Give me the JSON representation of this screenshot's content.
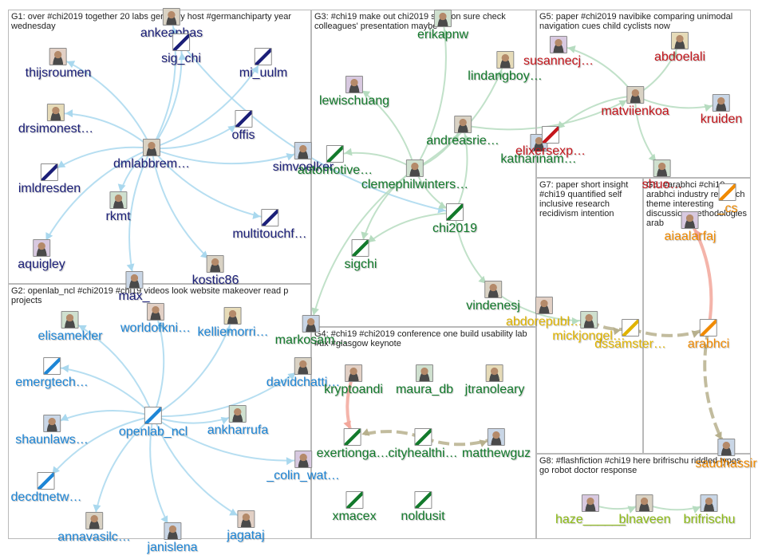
{
  "colors": {
    "G1": "#1b1f78",
    "G2": "#1e86d6",
    "G3": "#137a2c",
    "G4": "#137a2c",
    "G5": "#c4161c",
    "G6": "#f08a00",
    "G7": "#e0b400",
    "G8": "#8dbb17",
    "edge_blue": "#a9d8ee",
    "edge_green": "#b6dcc0",
    "edge_olive": "#b7b08d",
    "edge_salmon": "#f2a79b"
  },
  "groups": [
    {
      "id": "G1",
      "label": "G1: over #chi2019 together 20 labs germany host #germanchiparty year wednesday"
    },
    {
      "id": "G2",
      "label": "G2: openlab_ncl #chi2019 #chi19 videos look website makeover read p projects"
    },
    {
      "id": "G3",
      "label": "G3: #chi19 make out chi2019 session sure check colleagues' presentation maybe"
    },
    {
      "id": "G4",
      "label": "G4: #chi19 #chi2019 conference one build usability lab #ux #glasgow keynote"
    },
    {
      "id": "G5",
      "label": "G5: paper #chi2019 navibike comparing unimodal navigation cues child cyclists now"
    },
    {
      "id": "G6",
      "label": "G6: #arabhci #chi19 arabhci industry research theme interesting discussion methodologies arab"
    },
    {
      "id": "G7",
      "label": "G7: paper short insight #chi19 quantified self inclusive research recidivism intention"
    },
    {
      "id": "G8",
      "label": "G8: #flashfiction #chi19 here brifrischu riddled typos go robot doctor response"
    }
  ],
  "nodes": [
    {
      "id": "ankeaphas",
      "label": "ankeaphas",
      "group": "G1",
      "icon": "avatar-icon"
    },
    {
      "id": "sig_chi",
      "label": "sig_chi",
      "group": "G1",
      "icon": "logo-icon"
    },
    {
      "id": "thijsroumen",
      "label": "thijsroumen",
      "group": "G1",
      "icon": "avatar-icon"
    },
    {
      "id": "mi_uulm",
      "label": "mi_uulm",
      "group": "G1",
      "icon": "logo-icon"
    },
    {
      "id": "drsimonest",
      "label": "drsimonest…",
      "group": "G1",
      "icon": "avatar-icon"
    },
    {
      "id": "offis",
      "label": "offis",
      "group": "G1",
      "icon": "logo-icon"
    },
    {
      "id": "dmlabbrem",
      "label": "dmlabbrem…",
      "group": "G1",
      "icon": "avatar-icon"
    },
    {
      "id": "simvoelker",
      "label": "simvoelker",
      "group": "G1",
      "icon": "avatar-icon"
    },
    {
      "id": "imldresden",
      "label": "imldresden",
      "group": "G1",
      "icon": "logo-icon"
    },
    {
      "id": "rkmt",
      "label": "rkmt",
      "group": "G1",
      "icon": "avatar-icon"
    },
    {
      "id": "multitouchf",
      "label": "multitouchf…",
      "group": "G1",
      "icon": "logo-icon"
    },
    {
      "id": "aquigley",
      "label": "aquigley",
      "group": "G1",
      "icon": "avatar-icon"
    },
    {
      "id": "kostic86",
      "label": "kostic86",
      "group": "G1",
      "icon": "avatar-icon"
    },
    {
      "id": "max_",
      "label": "max_",
      "group": "G1",
      "icon": "avatar-icon"
    },
    {
      "id": "worldofkni",
      "label": "worldofkni…",
      "group": "G2",
      "icon": "avatar-icon"
    },
    {
      "id": "elisamekler",
      "label": "elisamekler",
      "group": "G2",
      "icon": "avatar-icon"
    },
    {
      "id": "kelliemorri",
      "label": "kelliemorri…",
      "group": "G2",
      "icon": "avatar-icon"
    },
    {
      "id": "emergtech",
      "label": "emergtech…",
      "group": "G2",
      "icon": "logo-icon"
    },
    {
      "id": "davidchatti",
      "label": "davidchatti…",
      "group": "G2",
      "icon": "avatar-icon"
    },
    {
      "id": "shaunlaws",
      "label": "shaunlaws…",
      "group": "G2",
      "icon": "avatar-icon"
    },
    {
      "id": "openlab_ncl",
      "label": "openlab_ncl",
      "group": "G2",
      "icon": "logo-icon"
    },
    {
      "id": "ankharrufa",
      "label": "ankharrufa",
      "group": "G2",
      "icon": "avatar-icon"
    },
    {
      "id": "decdtnetw",
      "label": "decdtnetw…",
      "group": "G2",
      "icon": "logo-icon"
    },
    {
      "id": "colin_wat",
      "label": "_colin_wat…",
      "group": "G2",
      "icon": "avatar-icon"
    },
    {
      "id": "annavasilc",
      "label": "annavasilc…",
      "group": "G2",
      "icon": "avatar-icon"
    },
    {
      "id": "janislena",
      "label": "janislena",
      "group": "G2",
      "icon": "avatar-icon"
    },
    {
      "id": "jagataj",
      "label": "jagataj",
      "group": "G2",
      "icon": "avatar-icon"
    },
    {
      "id": "erikapnw",
      "label": "erikapnw",
      "group": "G3",
      "icon": "avatar-icon"
    },
    {
      "id": "lindangboy",
      "label": "lindangboy…",
      "group": "G3",
      "icon": "avatar-icon"
    },
    {
      "id": "lewischuang",
      "label": "lewischuang",
      "group": "G3",
      "icon": "avatar-icon"
    },
    {
      "id": "andreasrie",
      "label": "andreasrie…",
      "group": "G3",
      "icon": "avatar-icon"
    },
    {
      "id": "katharinam",
      "label": "katharinam…",
      "group": "G3",
      "icon": "avatar-icon"
    },
    {
      "id": "automotive",
      "label": "automotive…",
      "group": "G3",
      "icon": "logo-icon"
    },
    {
      "id": "clemephilwinters",
      "label": "clemephilwinters…",
      "group": "G3",
      "icon": "avatar-icon"
    },
    {
      "id": "chi2019",
      "label": "chi2019",
      "group": "G3",
      "icon": "logo-icon"
    },
    {
      "id": "sigchi",
      "label": "sigchi",
      "group": "G3",
      "icon": "logo-icon"
    },
    {
      "id": "vindenesj",
      "label": "vindenesj",
      "group": "G3",
      "icon": "avatar-icon"
    },
    {
      "id": "markosam",
      "label": "markosam…",
      "group": "G3",
      "icon": "avatar-icon"
    },
    {
      "id": "kryptoandi",
      "label": "kryptoandi",
      "group": "G4",
      "icon": "avatar-icon"
    },
    {
      "id": "maura_db",
      "label": "maura_db",
      "group": "G4",
      "icon": "avatar-icon"
    },
    {
      "id": "jtranoleary",
      "label": "jtranoleary",
      "group": "G4",
      "icon": "avatar-icon"
    },
    {
      "id": "exertionga",
      "label": "exertionga…",
      "group": "G4",
      "icon": "logo-icon"
    },
    {
      "id": "cityhealthi",
      "label": "cityhealthi…",
      "group": "G4",
      "icon": "logo-icon"
    },
    {
      "id": "matthewguz",
      "label": "matthewguz",
      "group": "G4",
      "icon": "avatar-icon"
    },
    {
      "id": "xmacex",
      "label": "xmacex",
      "group": "G4",
      "icon": "logo-icon"
    },
    {
      "id": "noldusit",
      "label": "noldusit",
      "group": "G4",
      "icon": "logo-icon"
    },
    {
      "id": "abdoelali",
      "label": "abdoelali",
      "group": "G5",
      "icon": "avatar-icon"
    },
    {
      "id": "susannecj",
      "label": "susannecj…",
      "group": "G5",
      "icon": "avatar-icon"
    },
    {
      "id": "matviienkoa",
      "label": "matviienkoa",
      "group": "G5",
      "icon": "avatar-icon"
    },
    {
      "id": "kruiden",
      "label": "kruiden",
      "group": "G5",
      "icon": "avatar-icon"
    },
    {
      "id": "elixersexp",
      "label": "elixersexp…",
      "group": "G5",
      "icon": "logo-icon"
    },
    {
      "id": "shuo",
      "label": "shuo…",
      "group": "G5",
      "icon": "avatar-icon"
    },
    {
      "id": "_cs",
      "label": "_cs",
      "group": "G6",
      "icon": "logo-icon"
    },
    {
      "id": "aiaalarfaj",
      "label": "aiaalarfaj",
      "group": "G6",
      "icon": "avatar-icon"
    },
    {
      "id": "arabhci",
      "label": "arabhci",
      "group": "G6",
      "icon": "logo-icon"
    },
    {
      "id": "saudhassir",
      "label": "saudhassir",
      "group": "G6",
      "icon": "avatar-icon"
    },
    {
      "id": "abdorepubl",
      "label": "abdorepubl…",
      "group": "G7",
      "icon": "avatar-icon"
    },
    {
      "id": "mickjongel",
      "label": "mickjongel…",
      "group": "G7",
      "icon": "avatar-icon"
    },
    {
      "id": "dssamster",
      "label": "dssamster…",
      "group": "G7",
      "icon": "logo-icon"
    },
    {
      "id": "haze",
      "label": "haze______",
      "group": "G8",
      "icon": "avatar-icon"
    },
    {
      "id": "blnaveen",
      "label": "blnaveen",
      "group": "G8",
      "icon": "avatar-icon"
    },
    {
      "id": "brifrischu",
      "label": "brifrischu",
      "group": "G8",
      "icon": "avatar-icon"
    }
  ],
  "edges": [
    [
      "dmlabbrem",
      "ankeaphas",
      "blue"
    ],
    [
      "dmlabbrem",
      "sig_chi",
      "blue"
    ],
    [
      "dmlabbrem",
      "thijsroumen",
      "blue"
    ],
    [
      "dmlabbrem",
      "mi_uulm",
      "blue"
    ],
    [
      "dmlabbrem",
      "drsimonest",
      "blue"
    ],
    [
      "dmlabbrem",
      "offis",
      "blue"
    ],
    [
      "dmlabbrem",
      "simvoelker",
      "blue"
    ],
    [
      "dmlabbrem",
      "imldresden",
      "blue"
    ],
    [
      "dmlabbrem",
      "rkmt",
      "blue"
    ],
    [
      "dmlabbrem",
      "multitouchf",
      "blue"
    ],
    [
      "dmlabbrem",
      "aquigley",
      "blue"
    ],
    [
      "dmlabbrem",
      "kostic86",
      "blue"
    ],
    [
      "dmlabbrem",
      "max_",
      "blue"
    ],
    [
      "sig_chi",
      "chi2019",
      "blue"
    ],
    [
      "openlab_ncl",
      "worldofkni",
      "blue"
    ],
    [
      "openlab_ncl",
      "elisamekler",
      "blue"
    ],
    [
      "openlab_ncl",
      "kelliemorri",
      "blue"
    ],
    [
      "openlab_ncl",
      "emergtech",
      "blue"
    ],
    [
      "openlab_ncl",
      "davidchatti",
      "blue"
    ],
    [
      "openlab_ncl",
      "shaunlaws",
      "blue"
    ],
    [
      "openlab_ncl",
      "ankharrufa",
      "blue"
    ],
    [
      "openlab_ncl",
      "decdtnetw",
      "blue"
    ],
    [
      "openlab_ncl",
      "colin_wat",
      "blue"
    ],
    [
      "openlab_ncl",
      "annavasilc",
      "blue"
    ],
    [
      "openlab_ncl",
      "janislena",
      "blue"
    ],
    [
      "openlab_ncl",
      "jagataj",
      "blue"
    ],
    [
      "clemephilwinters",
      "erikapnw",
      "green"
    ],
    [
      "clemephilwinters",
      "lindangboy",
      "green"
    ],
    [
      "clemephilwinters",
      "lewischuang",
      "green"
    ],
    [
      "clemephilwinters",
      "andreasrie",
      "green"
    ],
    [
      "clemephilwinters",
      "automotive",
      "green"
    ],
    [
      "clemephilwinters",
      "chi2019",
      "green"
    ],
    [
      "clemephilwinters",
      "sigchi",
      "green"
    ],
    [
      "clemephilwinters",
      "markosam",
      "green"
    ],
    [
      "chi2019",
      "vindenesj",
      "green"
    ],
    [
      "chi2019",
      "sigchi",
      "green"
    ],
    [
      "chi2019",
      "andreasrie",
      "green"
    ],
    [
      "vindenesj",
      "mickjongel",
      "green"
    ],
    [
      "matviienkoa",
      "abdoelali",
      "green"
    ],
    [
      "matviienkoa",
      "susannecj",
      "green"
    ],
    [
      "matviienkoa",
      "kruiden",
      "green"
    ],
    [
      "matviienkoa",
      "elixersexp",
      "green"
    ],
    [
      "matviienkoa",
      "shuo",
      "green"
    ],
    [
      "andreasrie",
      "matviienkoa",
      "green"
    ],
    [
      "cityhealthi",
      "exertionga",
      "olive"
    ],
    [
      "cityhealthi",
      "matthewguz",
      "olive"
    ],
    [
      "arabhci",
      "saudhassir",
      "olive"
    ],
    [
      "dssamster",
      "arabhci",
      "olive"
    ],
    [
      "mickjongel",
      "dssamster",
      "olive"
    ],
    [
      "kryptoandi",
      "exertionga",
      "salmon"
    ],
    [
      "arabhci",
      "aiaalarfaj",
      "salmon"
    ],
    [
      "blnaveen",
      "brifrischu",
      "green"
    ],
    [
      "haze",
      "blnaveen",
      "green"
    ]
  ]
}
